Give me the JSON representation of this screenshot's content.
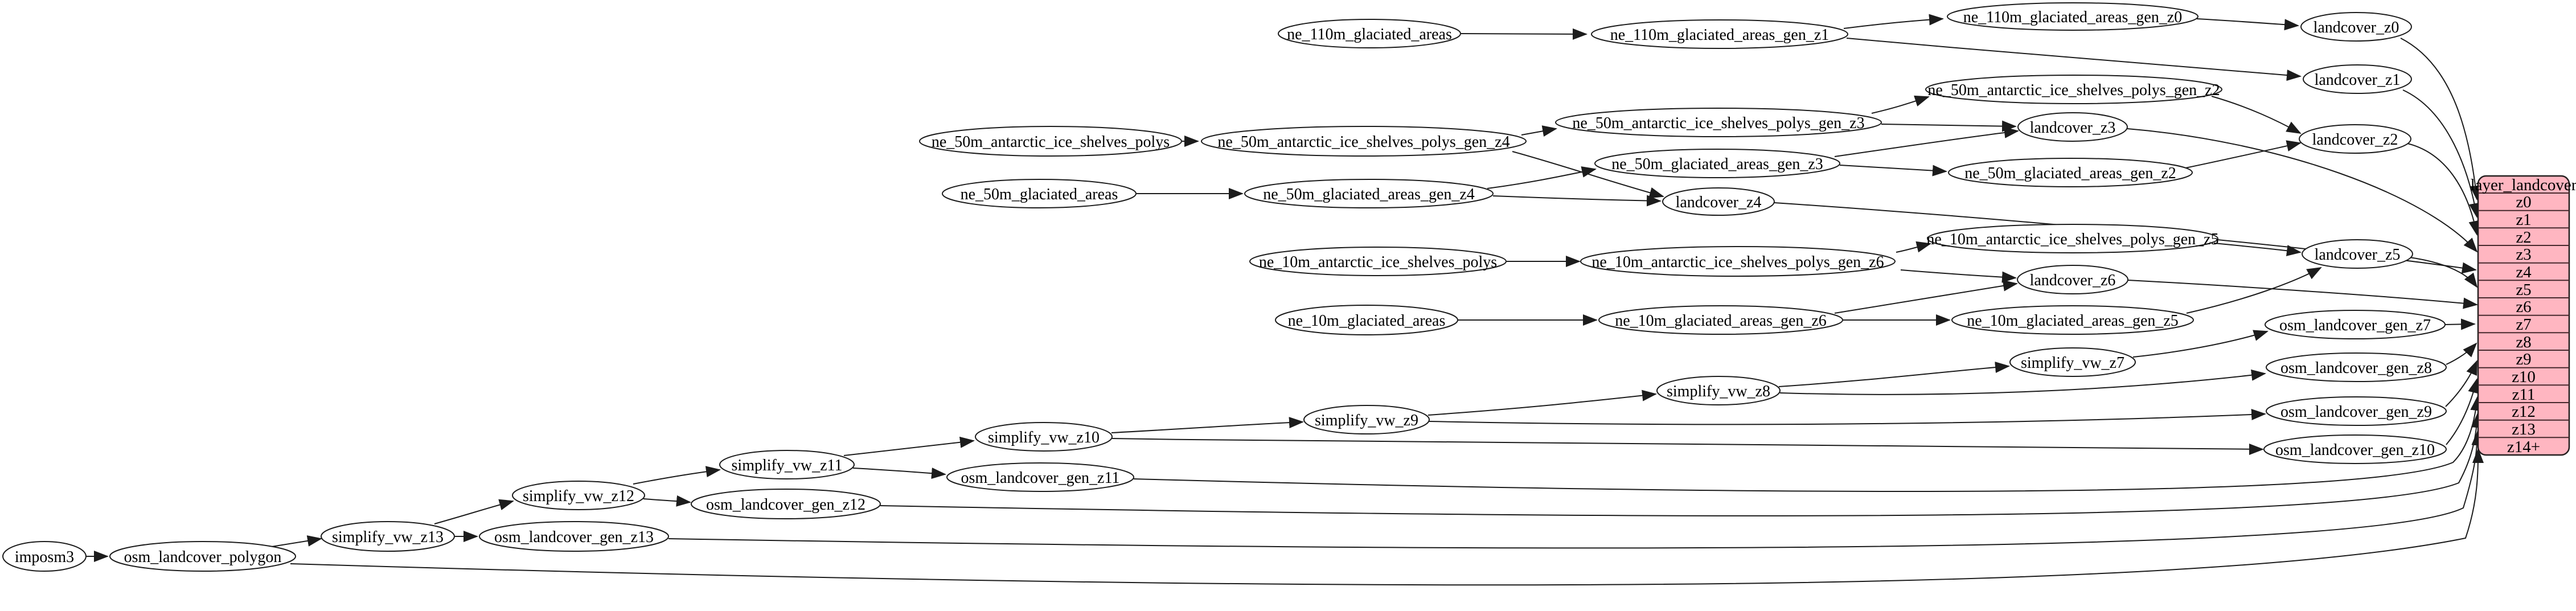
{
  "diagram_title": "landcover layer dependency graph",
  "colors": {
    "background": "#ffffff",
    "node_fill": "#ffffff",
    "node_border": "#1c1c1c",
    "edge": "#1c1c1c",
    "table_fill": "#ffb6c1",
    "table_border": "#241f1f",
    "table_separator": "#47292d"
  },
  "nodes": {
    "imposm3": "imposm3",
    "osm_landcover_polygon": "osm_landcover_polygon",
    "simplify_vw_z13": "simplify_vw_z13",
    "osm_landcover_gen_z13": "osm_landcover_gen_z13",
    "simplify_vw_z12": "simplify_vw_z12",
    "osm_landcover_gen_z12": "osm_landcover_gen_z12",
    "simplify_vw_z11": "simplify_vw_z11",
    "osm_landcover_gen_z11": "osm_landcover_gen_z11",
    "simplify_vw_z10": "simplify_vw_z10",
    "simplify_vw_z9": "simplify_vw_z9",
    "simplify_vw_z8": "simplify_vw_z8",
    "simplify_vw_z7": "simplify_vw_z7",
    "osm_landcover_gen_z7": "osm_landcover_gen_z7",
    "osm_landcover_gen_z8": "osm_landcover_gen_z8",
    "osm_landcover_gen_z9": "osm_landcover_gen_z9",
    "osm_landcover_gen_z10": "osm_landcover_gen_z10",
    "ne_110m_glaciated_areas": "ne_110m_glaciated_areas",
    "ne_110m_glaciated_areas_gen_z1": "ne_110m_glaciated_areas_gen_z1",
    "ne_110m_glaciated_areas_gen_z0": "ne_110m_glaciated_areas_gen_z0",
    "landcover_z0": "landcover_z0",
    "landcover_z1": "landcover_z1",
    "ne_50m_antarctic_ice_shelves_polys": "ne_50m_antarctic_ice_shelves_polys",
    "ne_50m_antarctic_ice_shelves_polys_gen_z4": "ne_50m_antarctic_ice_shelves_polys_gen_z4",
    "ne_50m_antarctic_ice_shelves_polys_gen_z3": "ne_50m_antarctic_ice_shelves_polys_gen_z3",
    "ne_50m_antarctic_ice_shelves_polys_gen_z2": "ne_50m_antarctic_ice_shelves_polys_gen_z2",
    "landcover_z3": "landcover_z3",
    "ne_50m_glaciated_areas": "ne_50m_glaciated_areas",
    "ne_50m_glaciated_areas_gen_z4": "ne_50m_glaciated_areas_gen_z4",
    "ne_50m_glaciated_areas_gen_z3": "ne_50m_glaciated_areas_gen_z3",
    "ne_50m_glaciated_areas_gen_z2": "ne_50m_glaciated_areas_gen_z2",
    "landcover_z4": "landcover_z4",
    "landcover_z2": "landcover_z2",
    "ne_10m_antarctic_ice_shelves_polys": "ne_10m_antarctic_ice_shelves_polys",
    "ne_10m_antarctic_ice_shelves_polys_gen_z6": "ne_10m_antarctic_ice_shelves_polys_gen_z6",
    "ne_10m_antarctic_ice_shelves_polys_gen_z5": "ne_10m_antarctic_ice_shelves_polys_gen_z5",
    "landcover_z5": "landcover_z5",
    "landcover_z6": "landcover_z6",
    "ne_10m_glaciated_areas": "ne_10m_glaciated_areas",
    "ne_10m_glaciated_areas_gen_z6": "ne_10m_glaciated_areas_gen_z6",
    "ne_10m_glaciated_areas_gen_z5": "ne_10m_glaciated_areas_gen_z5"
  },
  "table": {
    "title": "layer_landcover",
    "rows": [
      "z0",
      "z1",
      "z2",
      "z3",
      "z4",
      "z5",
      "z6",
      "z7",
      "z8",
      "z9",
      "z10",
      "z11",
      "z12",
      "z13",
      "z14+"
    ]
  },
  "edges": [
    [
      "ne_110m_glaciated_areas",
      "ne_110m_glaciated_areas_gen_z1"
    ],
    [
      "ne_110m_glaciated_areas_gen_z1",
      "ne_110m_glaciated_areas_gen_z0"
    ],
    [
      "ne_110m_glaciated_areas_gen_z1",
      "landcover_z1"
    ],
    [
      "ne_110m_glaciated_areas_gen_z0",
      "landcover_z0"
    ],
    [
      "landcover_z0",
      "z0"
    ],
    [
      "landcover_z1",
      "z1"
    ],
    [
      "ne_50m_antarctic_ice_shelves_polys",
      "ne_50m_antarctic_ice_shelves_polys_gen_z4"
    ],
    [
      "ne_50m_antarctic_ice_shelves_polys_gen_z4",
      "ne_50m_antarctic_ice_shelves_polys_gen_z3"
    ],
    [
      "ne_50m_antarctic_ice_shelves_polys_gen_z3",
      "ne_50m_antarctic_ice_shelves_polys_gen_z2"
    ],
    [
      "ne_50m_antarctic_ice_shelves_polys_gen_z3",
      "landcover_z3"
    ],
    [
      "ne_50m_antarctic_ice_shelves_polys_gen_z4",
      "landcover_z4"
    ],
    [
      "ne_50m_antarctic_ice_shelves_polys_gen_z2",
      "landcover_z2"
    ],
    [
      "ne_50m_glaciated_areas",
      "ne_50m_glaciated_areas_gen_z4"
    ],
    [
      "ne_50m_glaciated_areas_gen_z4",
      "ne_50m_glaciated_areas_gen_z3"
    ],
    [
      "ne_50m_glaciated_areas_gen_z3",
      "landcover_z3"
    ],
    [
      "ne_50m_glaciated_areas_gen_z3",
      "ne_50m_glaciated_areas_gen_z2"
    ],
    [
      "ne_50m_glaciated_areas_gen_z4",
      "landcover_z4"
    ],
    [
      "ne_50m_glaciated_areas_gen_z2",
      "landcover_z2"
    ],
    [
      "landcover_z2",
      "z2"
    ],
    [
      "landcover_z3",
      "z3"
    ],
    [
      "landcover_z4",
      "z4"
    ],
    [
      "ne_10m_antarctic_ice_shelves_polys",
      "ne_10m_antarctic_ice_shelves_polys_gen_z6"
    ],
    [
      "ne_10m_antarctic_ice_shelves_polys_gen_z6",
      "ne_10m_antarctic_ice_shelves_polys_gen_z5"
    ],
    [
      "ne_10m_antarctic_ice_shelves_polys_gen_z6",
      "landcover_z6"
    ],
    [
      "ne_10m_antarctic_ice_shelves_polys_gen_z5",
      "landcover_z5"
    ],
    [
      "ne_10m_glaciated_areas",
      "ne_10m_glaciated_areas_gen_z6"
    ],
    [
      "ne_10m_glaciated_areas_gen_z6",
      "ne_10m_glaciated_areas_gen_z5"
    ],
    [
      "ne_10m_glaciated_areas_gen_z6",
      "landcover_z6"
    ],
    [
      "ne_10m_glaciated_areas_gen_z5",
      "landcover_z5"
    ],
    [
      "landcover_z5",
      "z5"
    ],
    [
      "landcover_z6",
      "z6"
    ],
    [
      "imposm3",
      "osm_landcover_polygon"
    ],
    [
      "osm_landcover_polygon",
      "simplify_vw_z13"
    ],
    [
      "simplify_vw_z13",
      "osm_landcover_gen_z13"
    ],
    [
      "simplify_vw_z13",
      "simplify_vw_z12"
    ],
    [
      "simplify_vw_z12",
      "osm_landcover_gen_z12"
    ],
    [
      "simplify_vw_z12",
      "simplify_vw_z11"
    ],
    [
      "simplify_vw_z11",
      "osm_landcover_gen_z11"
    ],
    [
      "simplify_vw_z11",
      "simplify_vw_z10"
    ],
    [
      "simplify_vw_z10",
      "simplify_vw_z9"
    ],
    [
      "simplify_vw_z9",
      "simplify_vw_z8"
    ],
    [
      "simplify_vw_z8",
      "simplify_vw_z7"
    ],
    [
      "simplify_vw_z7",
      "osm_landcover_gen_z7"
    ],
    [
      "simplify_vw_z8",
      "osm_landcover_gen_z8"
    ],
    [
      "simplify_vw_z9",
      "osm_landcover_gen_z9"
    ],
    [
      "simplify_vw_z10",
      "osm_landcover_gen_z10"
    ],
    [
      "osm_landcover_gen_z7",
      "z7"
    ],
    [
      "osm_landcover_gen_z8",
      "z8"
    ],
    [
      "osm_landcover_gen_z9",
      "z9"
    ],
    [
      "osm_landcover_gen_z10",
      "z10"
    ],
    [
      "osm_landcover_gen_z11",
      "z11"
    ],
    [
      "osm_landcover_gen_z12",
      "z12"
    ],
    [
      "osm_landcover_gen_z13",
      "z13"
    ],
    [
      "osm_landcover_polygon",
      "z14+"
    ]
  ]
}
